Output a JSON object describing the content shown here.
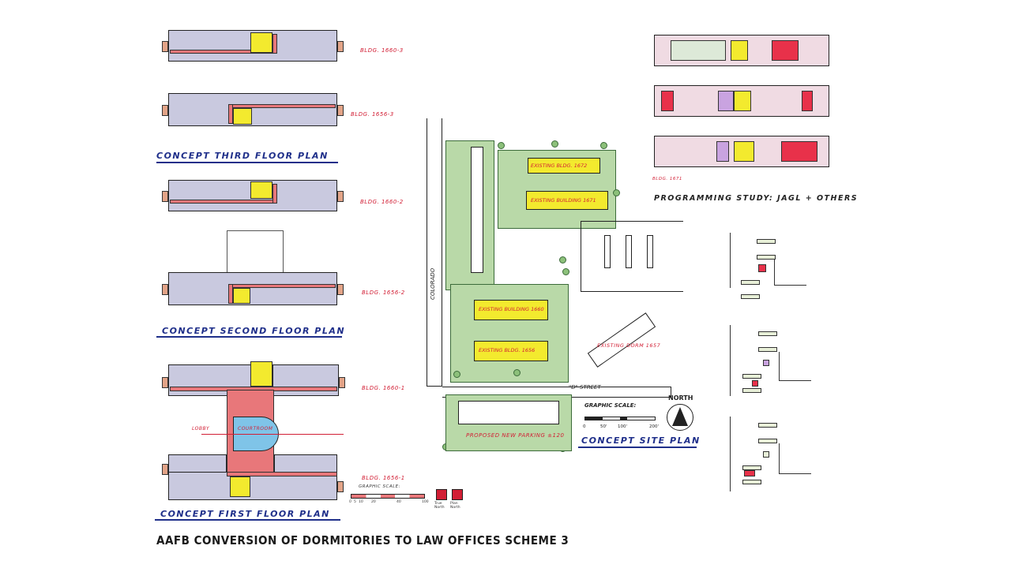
{
  "titles": {
    "third_floor": "CONCEPT THIRD FLOOR PLAN",
    "second_floor": "CONCEPT SECOND FLOOR PLAN",
    "first_floor": "CONCEPT FIRST FLOOR PLAN",
    "site_plan": "CONCEPT SITE PLAN",
    "programming": "PROGRAMMING STUDY: JAGL + OTHERS",
    "main": "AAFB CONVERSION OF DORMITORIES TO LAW OFFICES SCHEME 3"
  },
  "bldg_labels": {
    "b1660_3": "BLDG. 1660-3",
    "b1656_3": "BLDG. 1656-3",
    "b1660_2": "BLDG. 1660-2",
    "b1656_2": "BLDG. 1656-2",
    "b1660_1": "BLDG. 1660-1",
    "b1656_1": "BLDG. 1656-1"
  },
  "site": {
    "street_colorado": "COLORADO",
    "street_d": "\"D\" STREET",
    "existing_1672": "EXISTING BLDG. 1672",
    "existing_1671": "EXISTING BUILDING 1671",
    "existing_1660": "EXISTING BUILDING 1660",
    "existing_1656": "EXISTING BLDG. 1656",
    "existing_dorm": "EXISTING DORM 1657",
    "parking": "PROPOSED NEW PARKING ±120",
    "graphic_scale": "GRAPHIC SCALE:",
    "scale_ticks": [
      "0",
      "50'",
      "100'",
      "200'"
    ],
    "north": "NORTH",
    "lobby": "LOBBY",
    "courtroom": "COURTROOM"
  },
  "legend": {
    "graphic_scale": "GRAPHIC SCALE:",
    "ticks": [
      "0",
      "5",
      "10",
      "20",
      "40",
      "100"
    ],
    "true_north": "True North",
    "plan_north": "Plan North"
  },
  "programming": {
    "bldg": "BLDG. 1671"
  },
  "colors": {
    "wing": "#c9c9df",
    "corridor": "#e8777a",
    "stair": "#f3ea2e",
    "green": "#b9d9a8",
    "red_label": "#d21f35",
    "blue_title": "#1f2f8a"
  }
}
